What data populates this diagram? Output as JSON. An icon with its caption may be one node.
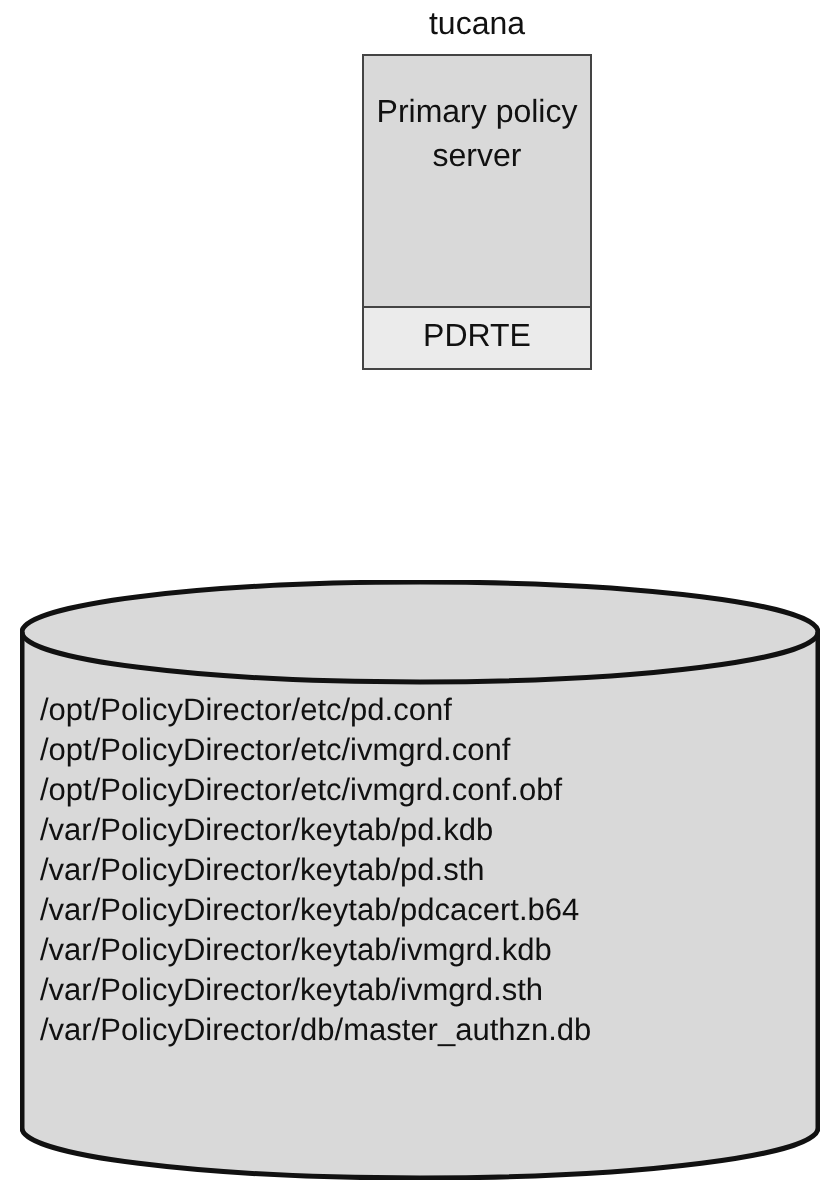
{
  "diagram": {
    "nodes": [
      {
        "text": [
          "tucana",
          "Primary policy server"
        ]
      },
      {
        "text": [
          "PDRTE"
        ],
        "in": 0
      },
      {
        "text": [
          "/opt/PolicyDirector/etc/pd.conf",
          "/opt/PolicyDirector/etc/ivmgrd.conf",
          "/opt/PolicyDirector/etc/ivmgrd.conf.obf",
          "/var/PolicyDirector/keytab/pd.kdb",
          "/var/PolicyDirector/keytab/pd.sth",
          "/var/PolicyDirector/keytab/pdcacert.b64",
          "/var/PolicyDirector/keytab/ivmgrd.kdb",
          "/var/PolicyDirector/keytab/ivmgrd.sth",
          "/var/PolicyDirector/db/master_authzn.db"
        ]
      }
    ]
  }
}
